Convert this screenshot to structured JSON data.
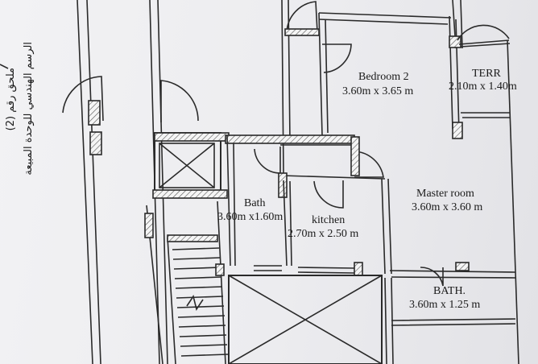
{
  "annotation": {
    "line1": "ملحق رقم (2)",
    "line2": "الرسم الهندسي للوحدة المبيعة"
  },
  "rooms": {
    "bedroom2": {
      "name": "Bedroom 2",
      "size": "3.60m x 3.65 m"
    },
    "terr": {
      "name": "TERR",
      "size": "2.10m x 1.40m"
    },
    "bath": {
      "name": "Bath",
      "size": "3.60m x1.60m"
    },
    "kitchen": {
      "name": "kitchen",
      "size": "2.70m x 2.50 m"
    },
    "master": {
      "name": "Master room",
      "size": "3.60m x 3.60 m"
    },
    "bath2": {
      "name": "BATH.",
      "size": "3.60m x 1.25 m"
    }
  }
}
